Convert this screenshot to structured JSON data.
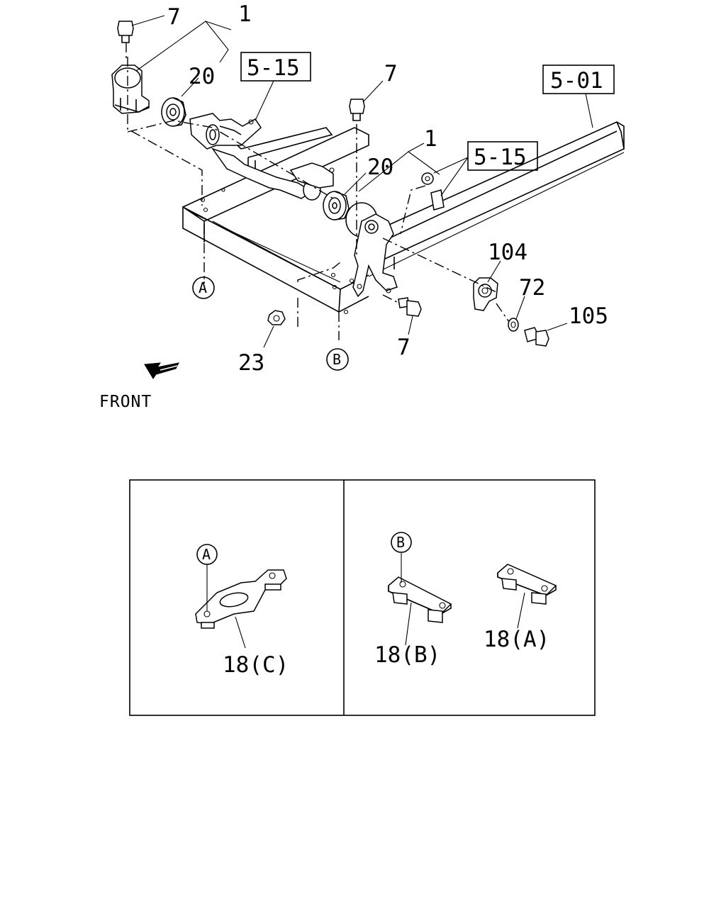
{
  "diagram": {
    "callouts": {
      "bolt_top_left": "7",
      "mount_top_left": "1",
      "bushing_left": "20",
      "ref_5_15_top": "5-15",
      "bolt_top_center": "7",
      "ref_5_01": "5-01",
      "mount_center": "1",
      "bushing_center": "20",
      "ref_5_15_right": "5-15",
      "bracket_104": "104",
      "washer_72": "72",
      "bolt_105": "105",
      "bolt_bottom_7": "7",
      "nut_23": "23"
    },
    "markers": {
      "a_main": "A",
      "b_main": "B",
      "a_detail": "A",
      "b_detail": "B"
    },
    "front_label": "FRONT",
    "detail_labels": {
      "plate_c": "18(C)",
      "plate_b": "18(B)",
      "plate_a": "18(A)"
    }
  }
}
